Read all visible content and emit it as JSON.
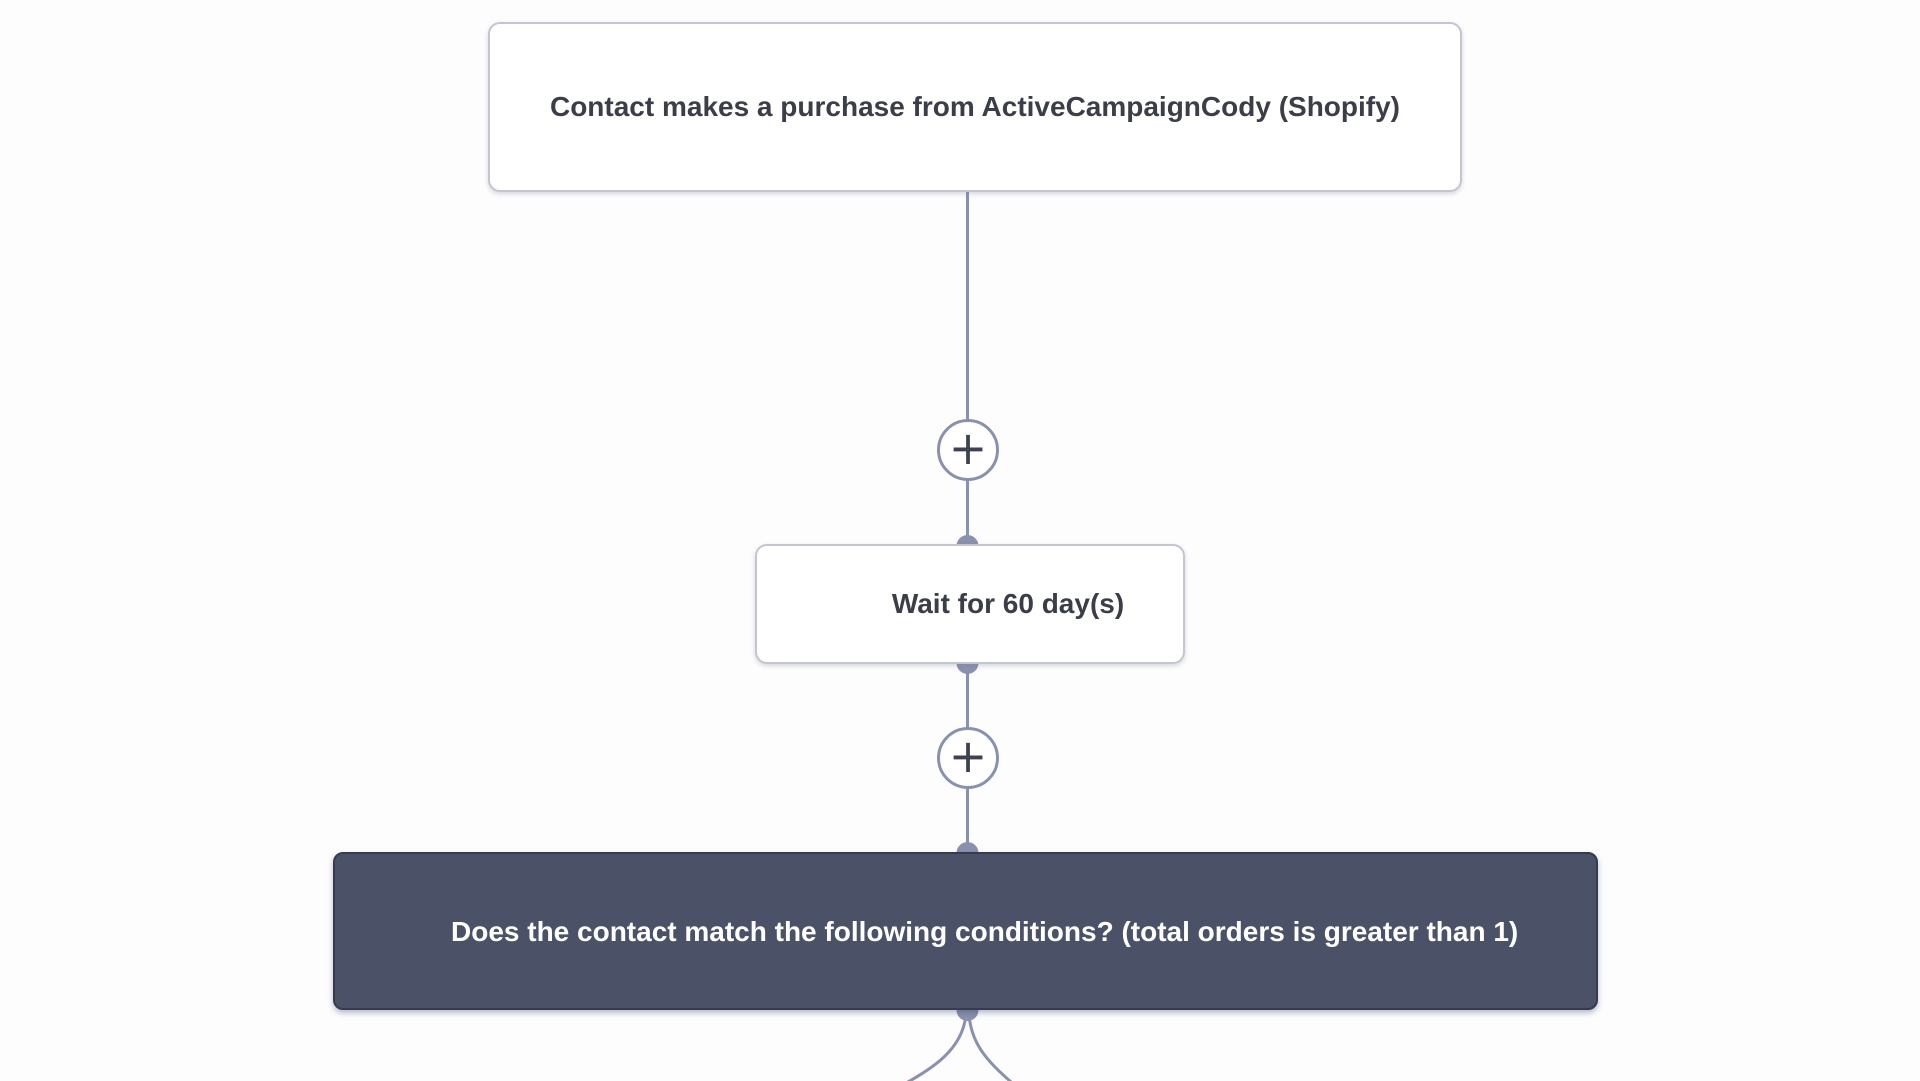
{
  "nodes": {
    "trigger": {
      "label": "Contact makes a purchase from ActiveCampaignCody (Shopify)"
    },
    "wait": {
      "label": "Wait for 60 day(s)"
    },
    "condition": {
      "label": "Does the contact match the following conditions? (total orders is greater than 1)"
    }
  },
  "controls": {
    "add_step": "+"
  },
  "colors": {
    "background": "#fdfdfe",
    "connector": "#8a91ae",
    "node_background": "#ffffff",
    "node_border": "#c3c6cf",
    "node_text": "#3b3e48",
    "condition_background": "#4b5268",
    "condition_border": "#353c52",
    "condition_text": "#ffffff",
    "plus_icon": "#3e4250"
  }
}
